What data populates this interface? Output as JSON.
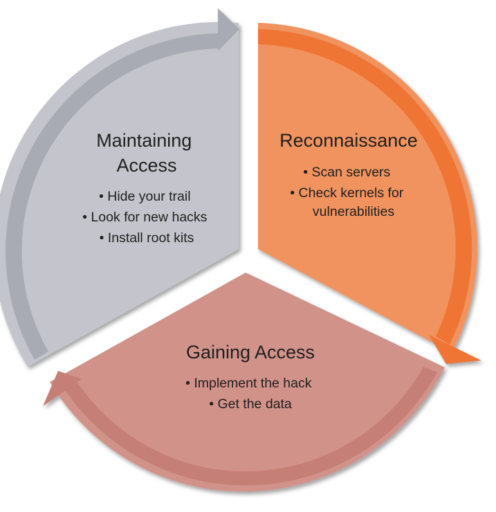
{
  "cycle": {
    "segments": [
      {
        "id": "reconnaissance",
        "title_lines": [
          "Reconnaissance"
        ],
        "bullets": [
          "• Scan servers",
          "• Check kernels for",
          "vulnerabilities"
        ],
        "color": "#f0935f",
        "band_color": "#ef7434",
        "shadow_color": "#c9642d",
        "text_color": "#1f1f1f"
      },
      {
        "id": "gaining-access",
        "title_lines": [
          "Gaining Access"
        ],
        "bullets": [
          "• Implement the hack",
          "• Get the data"
        ],
        "color": "#d1928a",
        "band_color": "#c57f76",
        "shadow_color": "#a86b63",
        "text_color": "#1f1f1f"
      },
      {
        "id": "maintaining-access",
        "title_lines": [
          "Maintaining",
          "Access"
        ],
        "bullets": [
          "• Hide your trail",
          "• Look for new hacks",
          "• Install root kits"
        ],
        "color": "#c4c5cc",
        "band_color": "#a9abb4",
        "shadow_color": "#8e9099",
        "text_color": "#1f1f1f"
      }
    ]
  }
}
